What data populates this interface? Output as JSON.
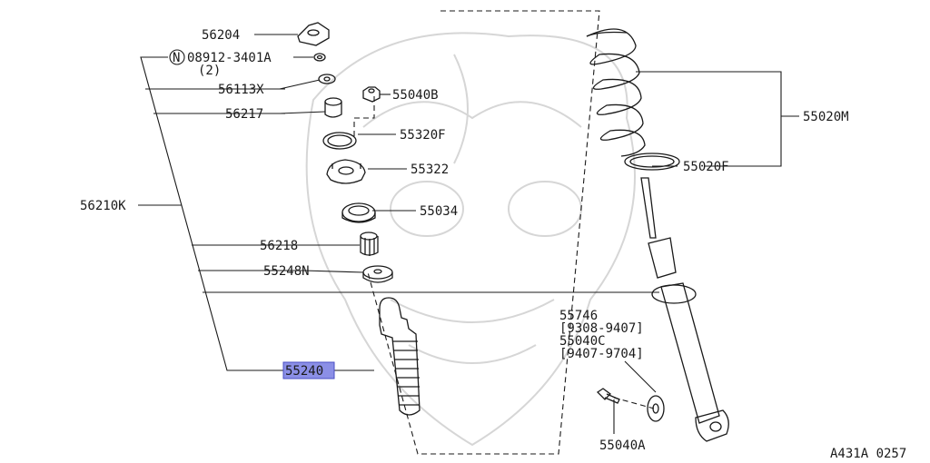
{
  "figure_code": "A431A 0257",
  "highlight_color": "#8b8fe6",
  "callouts": {
    "p56204": "56204",
    "p08912_prefix": "N",
    "p08912": "08912-3401A",
    "p08912_qty": "(2)",
    "p56113x": "56113X",
    "p55040b": "55040B",
    "p56217": "56217",
    "p55320f": "55320F",
    "p55322": "55322",
    "p56210k": "56210K",
    "p55034": "55034",
    "p56218": "56218",
    "p55248n": "55248N",
    "p55240": "55240",
    "p55020m": "55020M",
    "p55020f": "55020F",
    "p55746": "55746",
    "p55746_range": "[9308-9407]",
    "p55040c": "55040C",
    "p55040c_range": "[9407-9704]",
    "p55040a": "55040A"
  }
}
